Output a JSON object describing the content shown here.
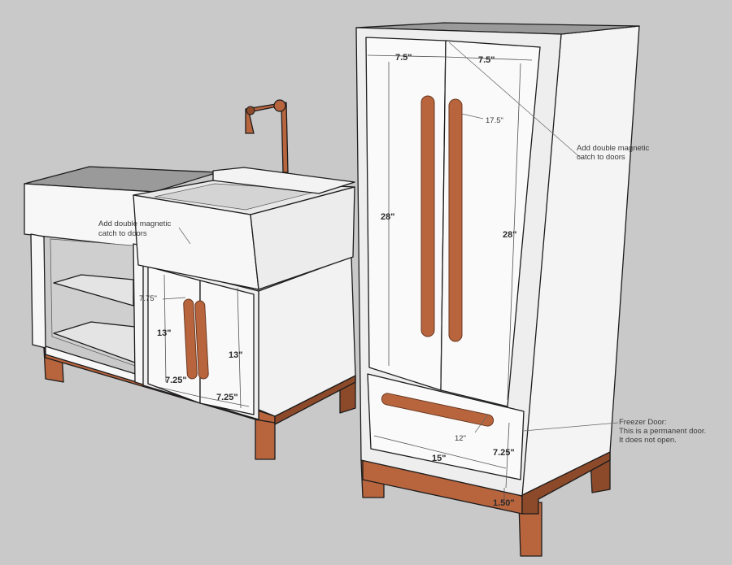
{
  "colors": {
    "background": "#c9c9c9",
    "white_face": "#f7f7f7",
    "shade_face": "#dcdcdc",
    "top_face": "#9a9a9a",
    "wood": "#b8653e",
    "wood_dark": "#8d4a2a"
  },
  "left_unit": {
    "note": [
      "Add double magnetic",
      "catch to doors"
    ],
    "dims": {
      "handle_height": "7.75\"",
      "door_height_left": "13\"",
      "door_height_right": "13\"",
      "door_width_left": "7.25\"",
      "door_width_right": "7.25\""
    }
  },
  "fridge": {
    "note": [
      "Add double magnetic",
      "catch to doors"
    ],
    "dims": {
      "door_width_left": "7.5\"",
      "door_width_right": "7.5\"",
      "handle_length": "17.5\"",
      "door_height_left": "28\"",
      "door_height_right": "28\"",
      "freezer_handle": "12\"",
      "freezer_width": "15\"",
      "freezer_height": "7.25\"",
      "base_height": "1.50\""
    },
    "freezer_note": [
      "Freezer Door:",
      "This is a permanent door.",
      "It does not open."
    ]
  }
}
